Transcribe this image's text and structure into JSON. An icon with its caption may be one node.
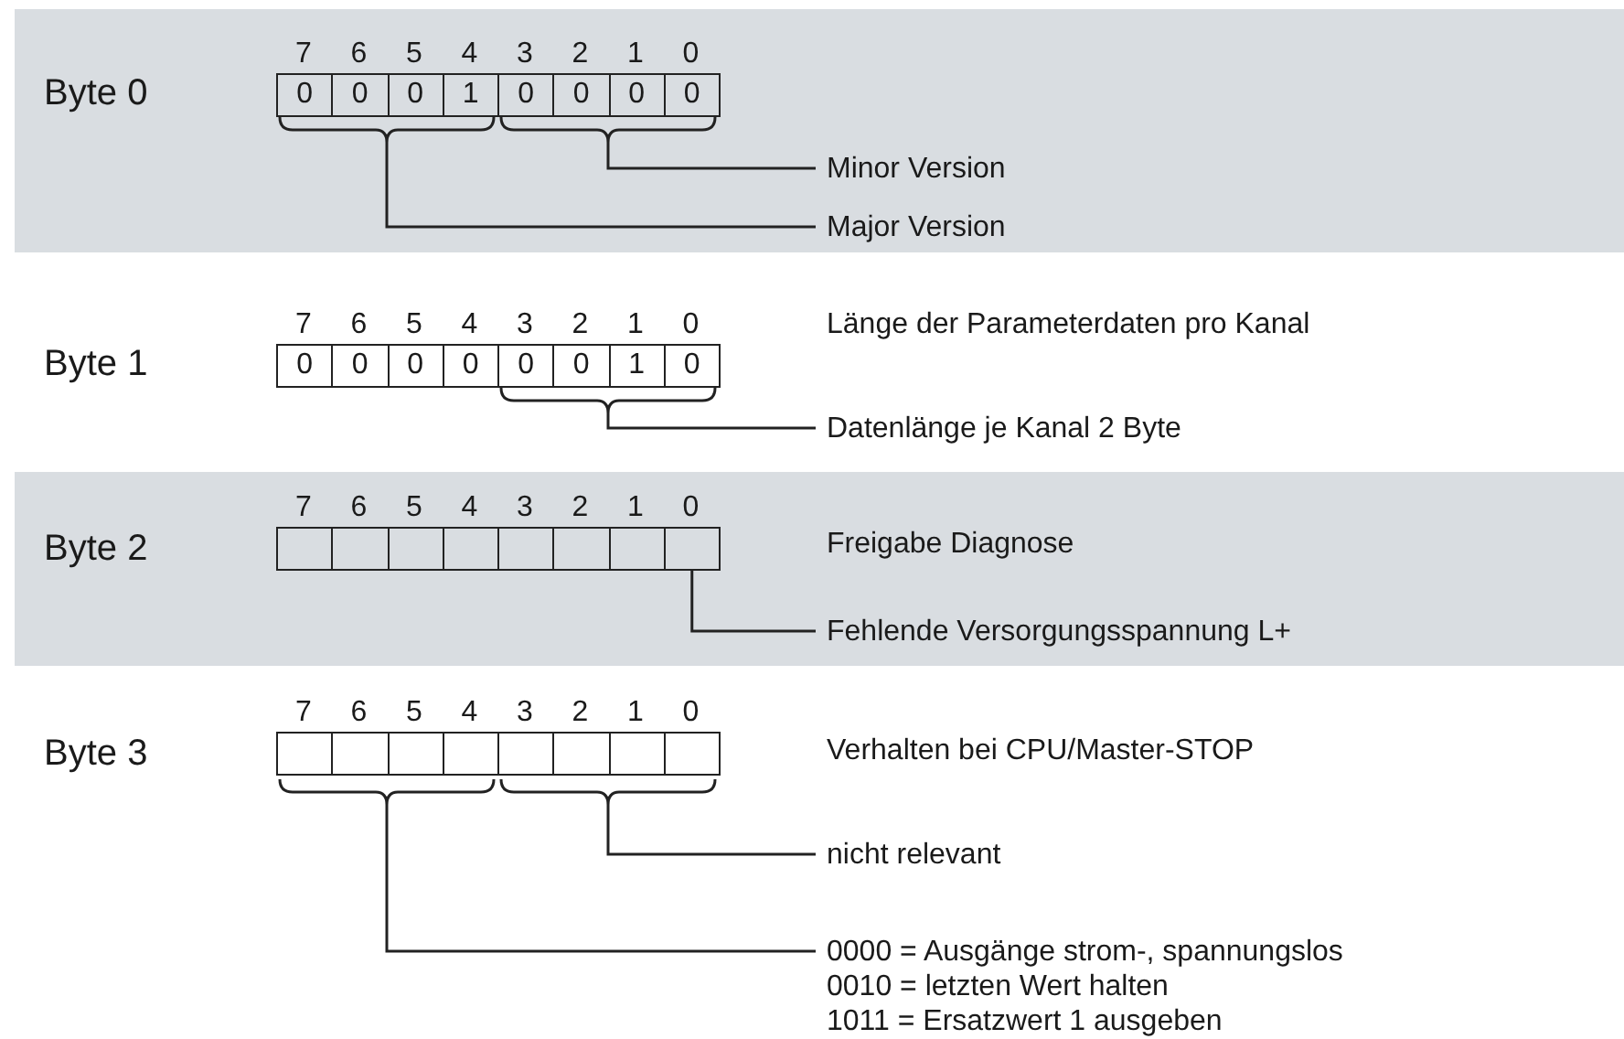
{
  "diagram": {
    "nodes": [
      {
        "text": [
          "0"
        ],
        "beside": [
          "7"
        ]
      },
      {
        "text": [
          "0"
        ],
        "beside": [
          "6"
        ]
      },
      {
        "text": [
          "0"
        ],
        "beside": [
          "5"
        ]
      },
      {
        "text": [
          "1"
        ],
        "beside": [
          "4"
        ]
      },
      {
        "text": [
          "0"
        ],
        "beside": [
          "3"
        ]
      },
      {
        "text": [
          "0"
        ],
        "beside": [
          "2"
        ]
      },
      {
        "text": [
          "0"
        ],
        "beside": [
          "1"
        ]
      },
      {
        "text": [
          "0"
        ],
        "beside": [
          "0"
        ]
      },
      {
        "text": [],
        "shape": "brace"
      },
      {
        "text": [],
        "shape": "brace"
      },
      {
        "text": [
          "Minor Version"
        ]
      },
      {
        "text": [
          "Major Version"
        ]
      },
      {
        "text": [
          "0"
        ],
        "beside": [
          "7"
        ]
      },
      {
        "text": [
          "0"
        ],
        "beside": [
          "6"
        ]
      },
      {
        "text": [
          "0"
        ],
        "beside": [
          "5"
        ]
      },
      {
        "text": [
          "0"
        ],
        "beside": [
          "4"
        ]
      },
      {
        "text": [
          "0"
        ],
        "beside": [
          "3"
        ]
      },
      {
        "text": [
          "0"
        ],
        "beside": [
          "2"
        ]
      },
      {
        "text": [
          "1"
        ],
        "beside": [
          "1"
        ]
      },
      {
        "text": [
          "0"
        ],
        "beside": [
          "0"
        ]
      },
      {
        "text": [],
        "shape": "brace"
      },
      {
        "text": [
          "Datenlänge je Kanal 2 Byte"
        ]
      },
      {
        "text": [],
        "shape": "box",
        "beside": [
          "7"
        ]
      },
      {
        "text": [],
        "shape": "box",
        "beside": [
          "6"
        ]
      },
      {
        "text": [],
        "shape": "box",
        "beside": [
          "5"
        ]
      },
      {
        "text": [],
        "shape": "box",
        "beside": [
          "4"
        ]
      },
      {
        "text": [],
        "shape": "box",
        "beside": [
          "3"
        ]
      },
      {
        "text": [],
        "shape": "box",
        "beside": [
          "2"
        ]
      },
      {
        "text": [],
        "shape": "box",
        "beside": [
          "1"
        ]
      },
      {
        "text": [],
        "shape": "box",
        "beside": [
          "0"
        ]
      },
      {
        "text": [
          "Fehlende Versorgungsspannung L+"
        ]
      },
      {
        "text": [],
        "shape": "box",
        "beside": [
          "7"
        ]
      },
      {
        "text": [],
        "shape": "box",
        "beside": [
          "6"
        ]
      },
      {
        "text": [],
        "shape": "box",
        "beside": [
          "5"
        ]
      },
      {
        "text": [],
        "shape": "box",
        "beside": [
          "4"
        ]
      },
      {
        "text": [],
        "shape": "box",
        "beside": [
          "3"
        ]
      },
      {
        "text": [],
        "shape": "box",
        "beside": [
          "2"
        ]
      },
      {
        "text": [],
        "shape": "box",
        "beside": [
          "1"
        ]
      },
      {
        "text": [],
        "shape": "box",
        "beside": [
          "0"
        ]
      },
      {
        "text": [],
        "shape": "brace"
      },
      {
        "text": [],
        "shape": "brace"
      },
      {
        "text": [
          "nicht relevant"
        ]
      },
      {
        "text": [
          "0000 = Ausgänge strom-, spannungslos",
          "0010 = letzten Wert halten",
          "1011 = Ersatzwert 1 ausgeben"
        ]
      }
    ],
    "edges": [
      {
        "from": 10,
        "to": 9,
        "arrow": "none"
      },
      {
        "from": 11,
        "to": 8,
        "arrow": "none"
      },
      {
        "from": 21,
        "to": 20,
        "arrow": "none"
      },
      {
        "from": 30,
        "to": 29,
        "arrow": "none"
      },
      {
        "from": 41,
        "to": 40,
        "arrow": "none"
      },
      {
        "from": 42,
        "to": 39,
        "arrow": "none"
      }
    ],
    "labels": [
      "Byte 0",
      "Byte 1",
      "Länge der Parameterdaten pro Kanal",
      "Byte 2",
      "Freigabe Diagnose",
      "Byte 3",
      "Verhalten bei CPU/Master-STOP"
    ]
  }
}
